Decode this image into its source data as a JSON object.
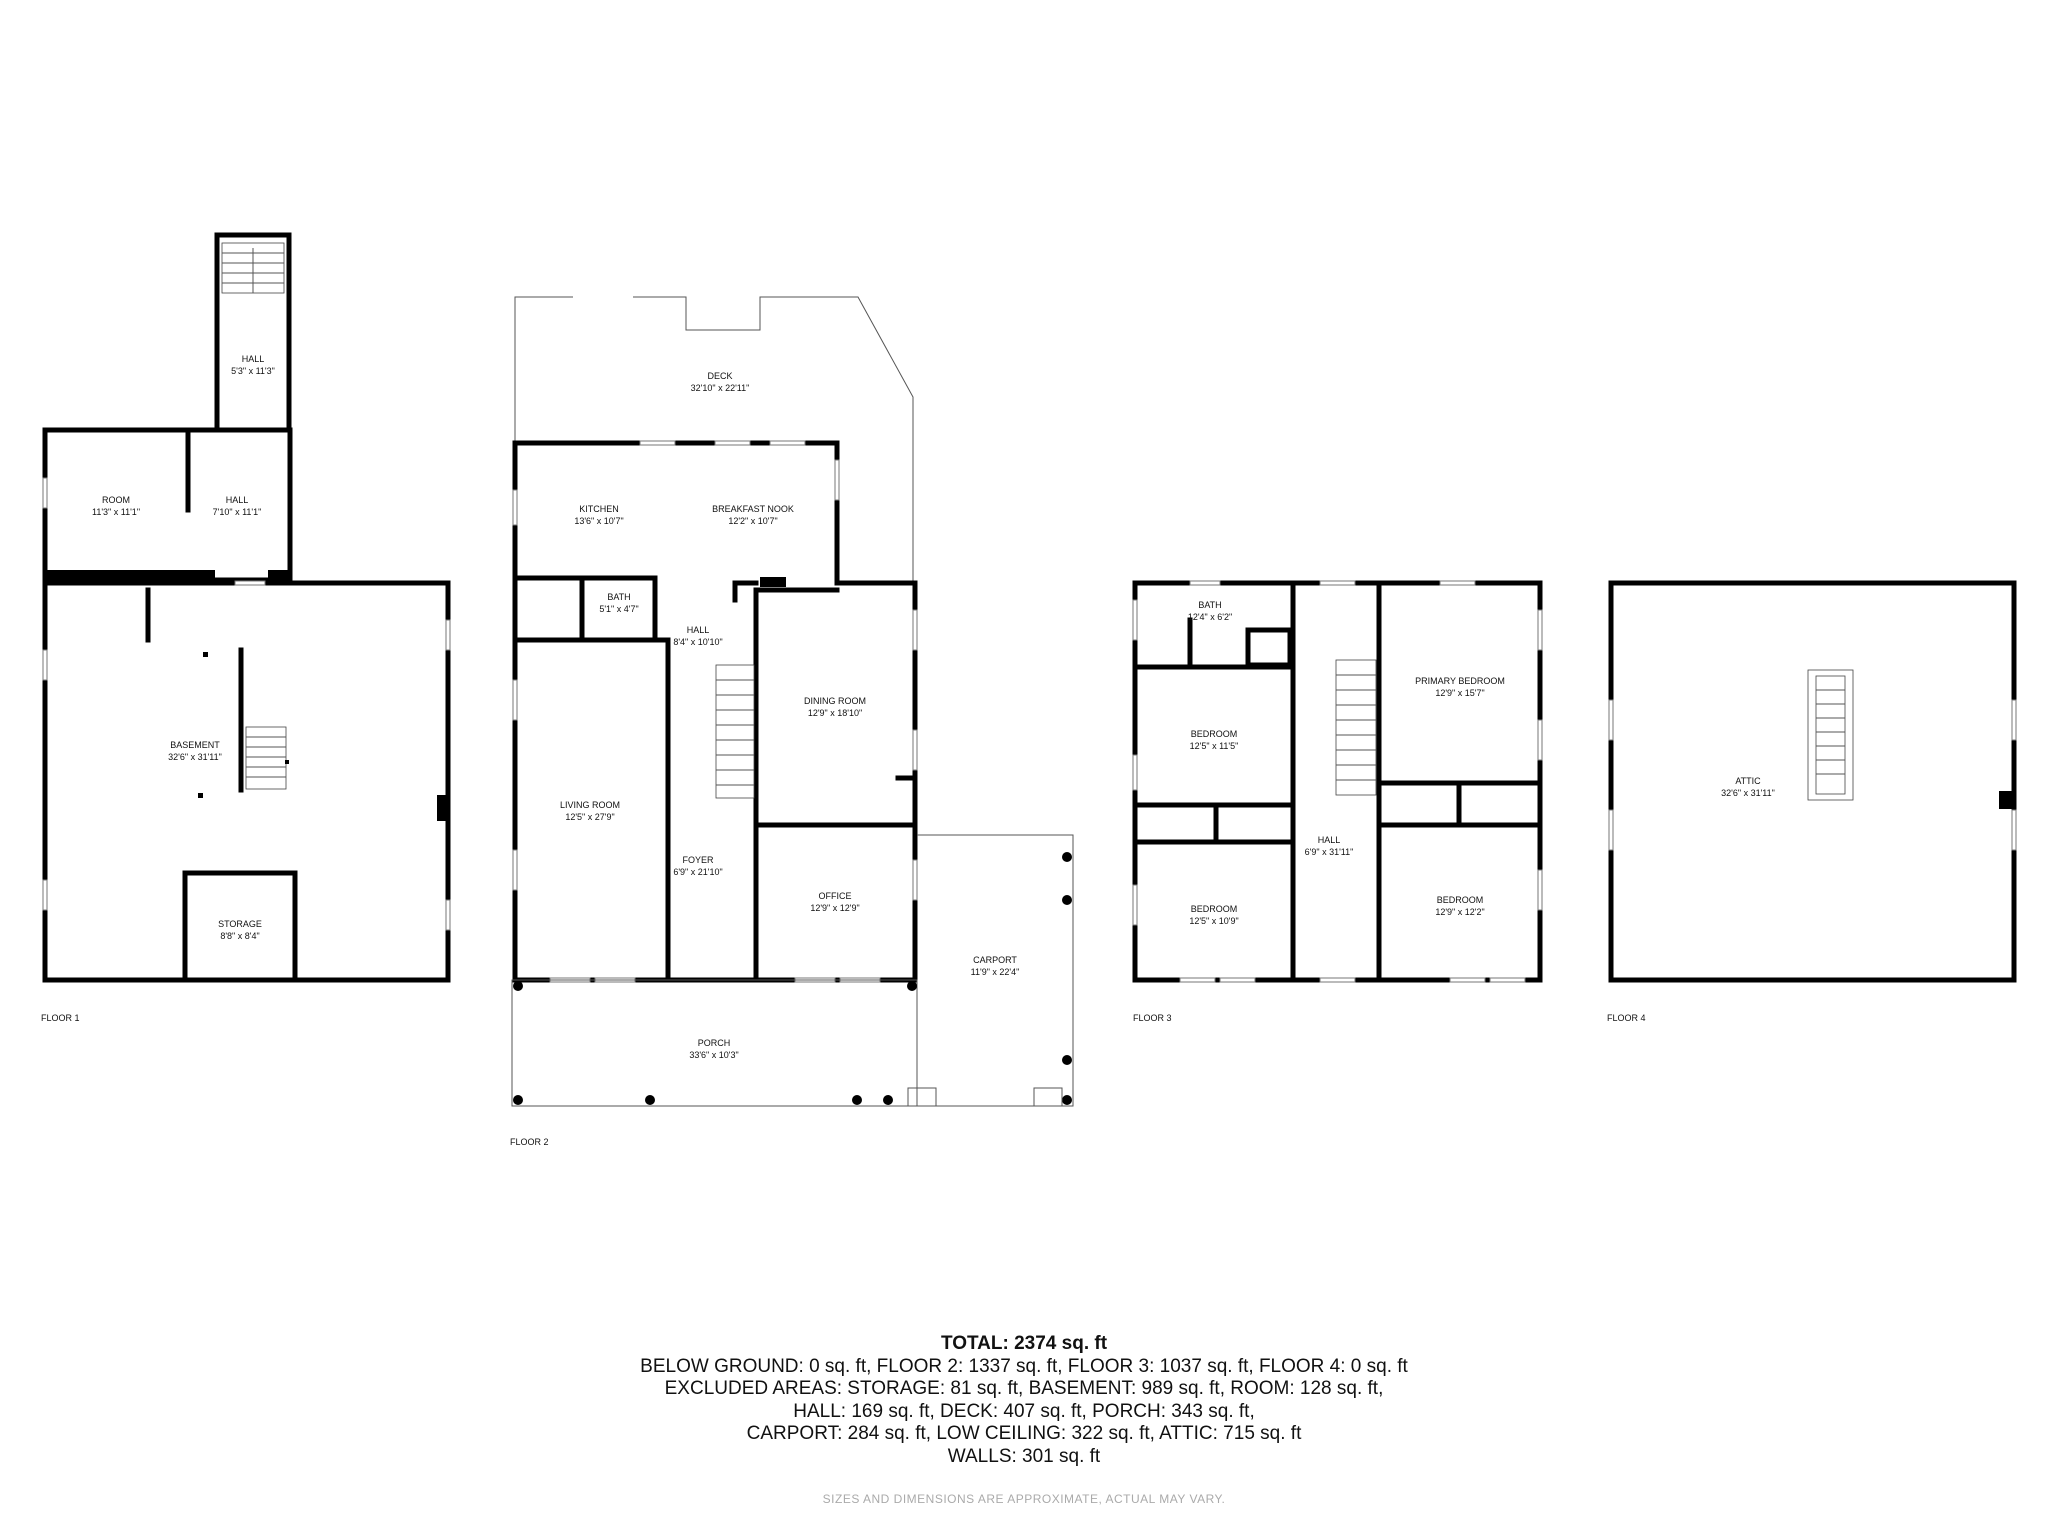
{
  "floors": {
    "floor1": {
      "label": "FLOOR 1",
      "rooms": {
        "hall_upper": {
          "name": "HALL",
          "dims": "5'3\" x 11'3\""
        },
        "room": {
          "name": "ROOM",
          "dims": "11'3\" x 11'1\""
        },
        "hall": {
          "name": "HALL",
          "dims": "7'10\" x 11'1\""
        },
        "basement": {
          "name": "BASEMENT",
          "dims": "32'6\" x 31'11\""
        },
        "storage": {
          "name": "STORAGE",
          "dims": "8'8\" x 8'4\""
        }
      }
    },
    "floor2": {
      "label": "FLOOR 2",
      "rooms": {
        "deck": {
          "name": "DECK",
          "dims": "32'10\" x 22'11\""
        },
        "kitchen": {
          "name": "KITCHEN",
          "dims": "13'6\" x 10'7\""
        },
        "breakfast_nook": {
          "name": "BREAKFAST NOOK",
          "dims": "12'2\" x 10'7\""
        },
        "bath": {
          "name": "BATH",
          "dims": "5'1\" x 4'7\""
        },
        "hall": {
          "name": "HALL",
          "dims": "8'4\" x 10'10\""
        },
        "dining_room": {
          "name": "DINING ROOM",
          "dims": "12'9\" x 18'10\""
        },
        "living_room": {
          "name": "LIVING ROOM",
          "dims": "12'5\" x 27'9\""
        },
        "foyer": {
          "name": "FOYER",
          "dims": "6'9\" x 21'10\""
        },
        "office": {
          "name": "OFFICE",
          "dims": "12'9\" x 12'9\""
        },
        "carport": {
          "name": "CARPORT",
          "dims": "11'9\" x 22'4\""
        },
        "porch": {
          "name": "PORCH",
          "dims": "33'6\" x 10'3\""
        }
      }
    },
    "floor3": {
      "label": "FLOOR 3",
      "rooms": {
        "bath": {
          "name": "BATH",
          "dims": "12'4\" x 6'2\""
        },
        "bedroom_nw": {
          "name": "BEDROOM",
          "dims": "12'5\" x 11'5\""
        },
        "primary_bedroom": {
          "name": "PRIMARY BEDROOM",
          "dims": "12'9\" x 15'7\""
        },
        "hall": {
          "name": "HALL",
          "dims": "6'9\" x 31'11\""
        },
        "bedroom_sw": {
          "name": "BEDROOM",
          "dims": "12'5\" x 10'9\""
        },
        "bedroom_se": {
          "name": "BEDROOM",
          "dims": "12'9\" x 12'2\""
        }
      }
    },
    "floor4": {
      "label": "FLOOR 4",
      "rooms": {
        "attic": {
          "name": "ATTIC",
          "dims": "32'6\" x 31'11\""
        }
      }
    }
  },
  "summary": {
    "total": "TOTAL: 2374 sq. ft",
    "lines": [
      "BELOW GROUND: 0 sq. ft, FLOOR 2: 1337 sq. ft, FLOOR 3: 1037 sq. ft, FLOOR 4: 0 sq. ft",
      "EXCLUDED AREAS: STORAGE: 81 sq. ft, BASEMENT: 989 sq. ft, ROOM: 128 sq. ft,",
      "HALL: 169 sq. ft, DECK: 407 sq. ft, PORCH: 343 sq. ft,",
      "CARPORT: 284 sq. ft, LOW CEILING: 322 sq. ft, ATTIC: 715 sq. ft",
      "WALLS: 301 sq. ft"
    ]
  },
  "disclaimer": "SIZES AND DIMENSIONS ARE APPROXIMATE, ACTUAL MAY VARY."
}
